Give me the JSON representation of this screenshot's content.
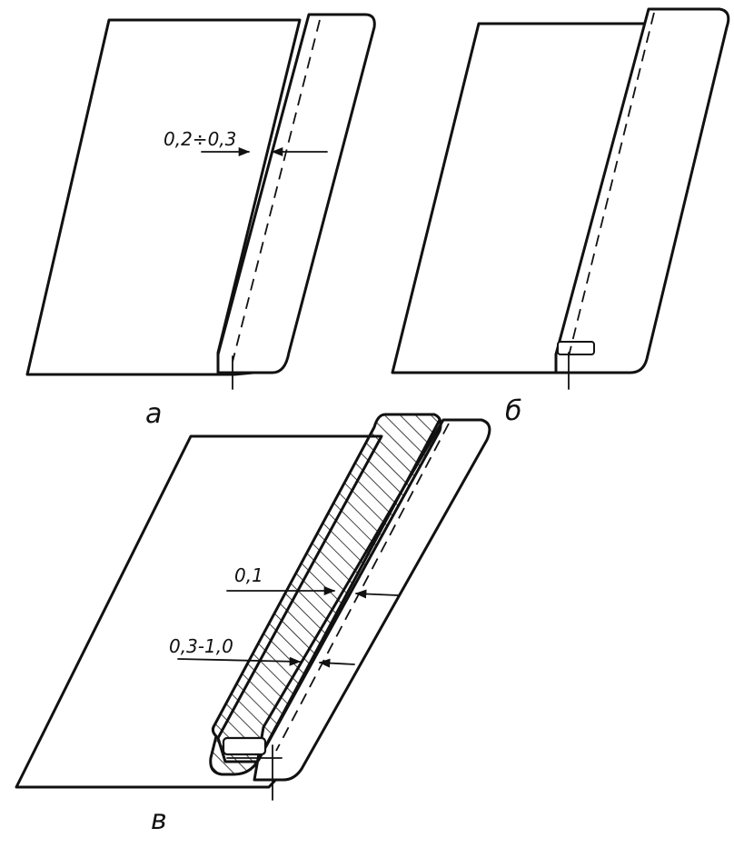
{
  "figure_a": {
    "caption": "а",
    "dimension_label": "0,2÷0,3"
  },
  "figure_b": {
    "caption": "б"
  },
  "figure_v": {
    "caption": "в",
    "dimension_label_1": "0,1",
    "dimension_label_2": "0,3-1,0"
  },
  "colors": {
    "line": "#111111",
    "background": "#ffffff"
  }
}
